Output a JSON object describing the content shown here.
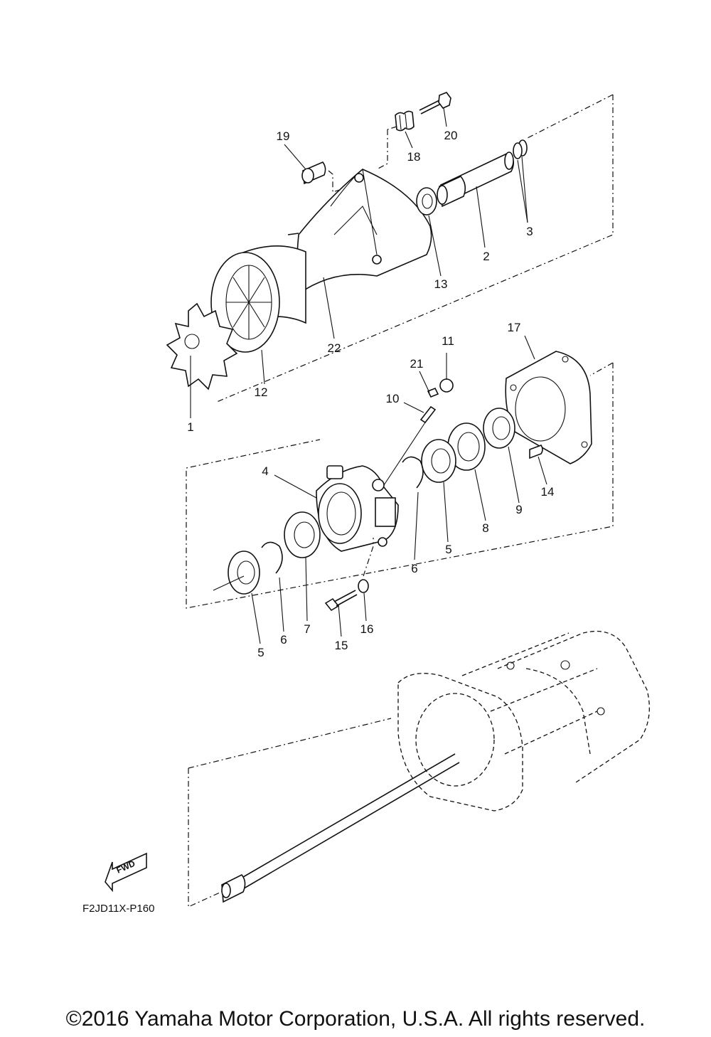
{
  "diagram": {
    "code": "F2JD11X-P160",
    "fwd_label": "FWD",
    "copyright": "©2016 Yamaha Motor Corporation, U.S.A. All rights reserved.",
    "callouts": {
      "c1": "1",
      "c2": "2",
      "c3": "3",
      "c4": "4",
      "c5a": "5",
      "c5b": "5",
      "c6a": "6",
      "c6b": "6",
      "c7": "7",
      "c8": "8",
      "c9": "9",
      "c10": "10",
      "c11": "11",
      "c12": "12",
      "c13": "13",
      "c14": "14",
      "c15": "15",
      "c16": "16",
      "c17": "17",
      "c18": "18",
      "c19": "19",
      "c20": "20",
      "c21": "21",
      "c22": "22"
    }
  }
}
